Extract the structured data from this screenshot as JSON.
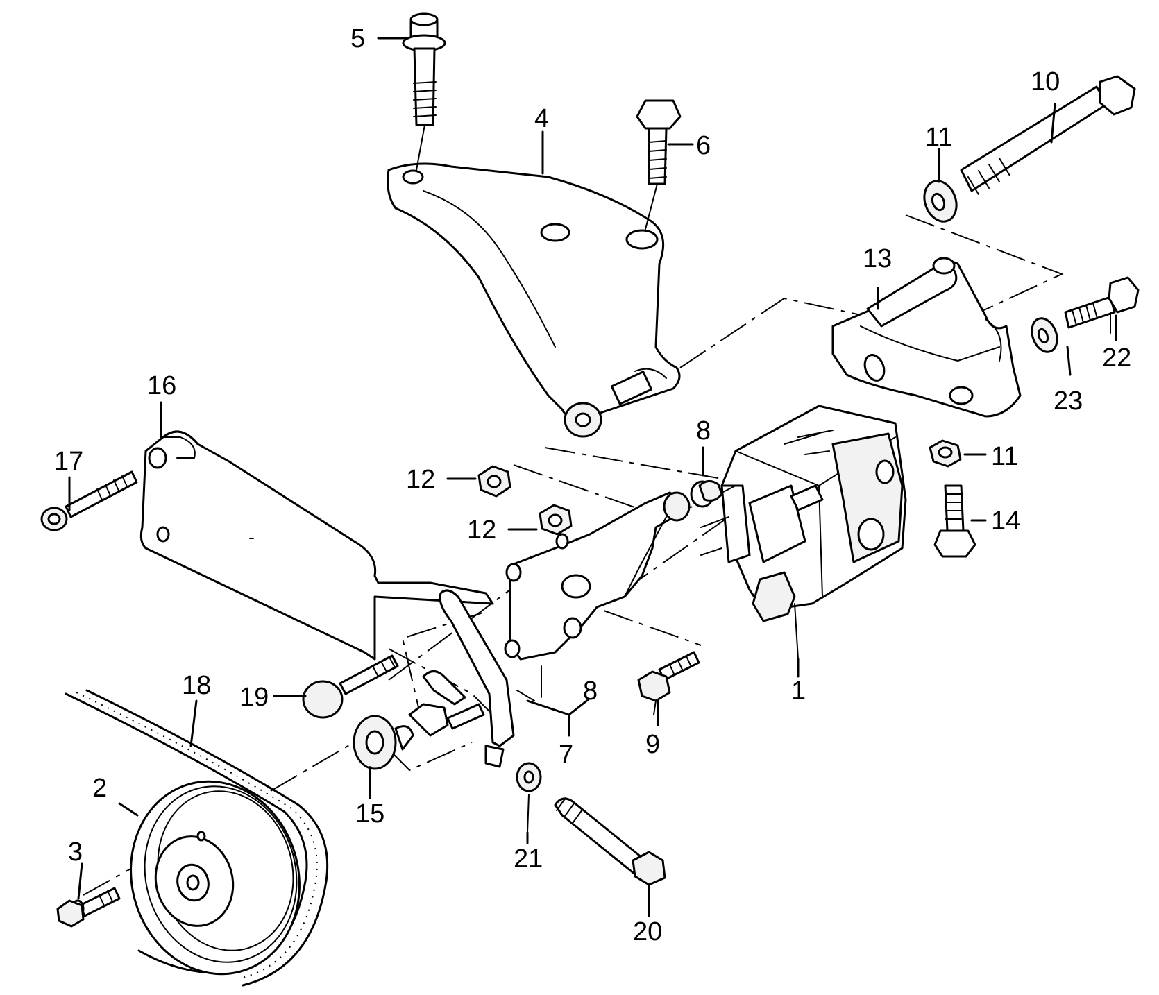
{
  "callouts": {
    "c1": "1",
    "c2": "2",
    "c3": "3",
    "c4": "4",
    "c5": "5",
    "c6": "6",
    "c7": "7",
    "c8a": "8",
    "c8b": "8",
    "c9": "9",
    "c10": "10",
    "c11a": "11",
    "c11b": "11",
    "c12a": "12",
    "c12b": "12",
    "c13": "13",
    "c14": "14",
    "c15": "15",
    "c16": "16",
    "c17": "17",
    "c18": "18",
    "c19": "19",
    "c20": "20",
    "c21": "21",
    "c22": "22",
    "c23": "23"
  }
}
